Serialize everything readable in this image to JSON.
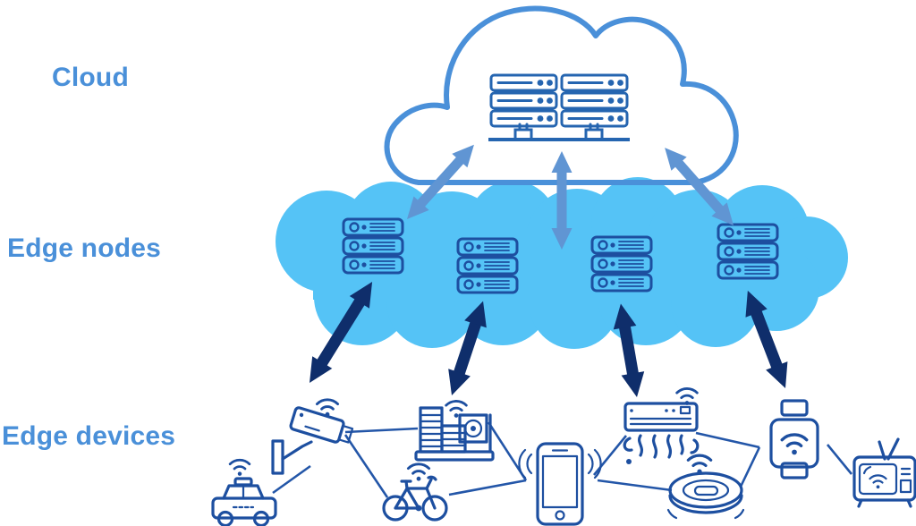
{
  "colors": {
    "label_blue": "#4a90d9",
    "cloud_outline": "#4a90d9",
    "cloud_server": "#2565b0",
    "edge_cloud_fill": "#55c3f6",
    "edge_server": "#1d4fa0",
    "device_blue": "#1d4fa0",
    "link_blue": "#2356a8",
    "arrow_mid": "#6095d3",
    "arrow_dark": "#0f2e6b",
    "bg": "#ffffff"
  },
  "labels": {
    "cloud": "Cloud",
    "edge_nodes": "Edge nodes",
    "edge_devices": "Edge devices"
  },
  "layers": [
    {
      "id": "cloud",
      "label": "Cloud",
      "contents": [
        "server-rack-left",
        "server-rack-right"
      ]
    },
    {
      "id": "edge-nodes",
      "label": "Edge nodes",
      "contents": [
        "edge-server-1",
        "edge-server-2",
        "edge-server-3",
        "edge-server-4"
      ]
    },
    {
      "id": "edge-devices",
      "label": "Edge devices",
      "contents": [
        "police-car",
        "cctv-camera",
        "industrial-machine",
        "bicycle",
        "smartphone",
        "air-conditioner",
        "robot-vacuum",
        "smartwatch",
        "retro-tv"
      ]
    }
  ],
  "arrows": {
    "cloud_to_edge_nodes": {
      "count": 3,
      "direction": "bidirectional",
      "color": "#6095d3"
    },
    "edge_nodes_to_devices": {
      "count": 4,
      "direction": "bidirectional",
      "color": "#0f2e6b"
    }
  }
}
